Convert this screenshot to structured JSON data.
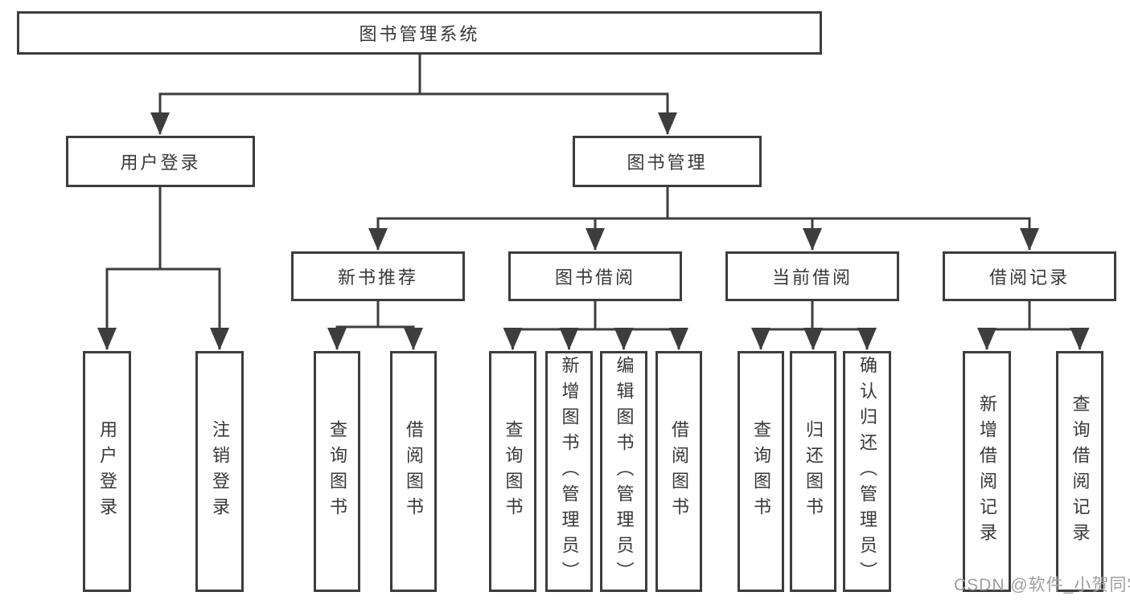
{
  "colors": {
    "line": "#3d3d3d",
    "text": "#383838",
    "watermark": "#9e9e9e",
    "background": "#ffffff"
  },
  "tree": {
    "root": {
      "label": "图书管理系统",
      "children": [
        {
          "label": "用户登录",
          "children": [
            {
              "label": "用户登录"
            },
            {
              "label": "注销登录"
            }
          ]
        },
        {
          "label": "图书管理",
          "children": [
            {
              "label": "新书推荐",
              "children": [
                {
                  "label": "查询图书"
                },
                {
                  "label": "借阅图书"
                }
              ]
            },
            {
              "label": "图书借阅",
              "children": [
                {
                  "label": "查询图书"
                },
                {
                  "label": "新增图书（管理员）"
                },
                {
                  "label": "编辑图书（管理员）"
                },
                {
                  "label": "借阅图书"
                }
              ]
            },
            {
              "label": "当前借阅",
              "children": [
                {
                  "label": "查询图书"
                },
                {
                  "label": "归还图书"
                },
                {
                  "label": "确认归还（管理员）"
                }
              ]
            },
            {
              "label": "借阅记录",
              "children": [
                {
                  "label": "新增借阅记录"
                },
                {
                  "label": "查询借阅记录"
                }
              ]
            }
          ]
        }
      ]
    }
  },
  "watermark": {
    "text": "CSDN @软件_小贺同学"
  }
}
